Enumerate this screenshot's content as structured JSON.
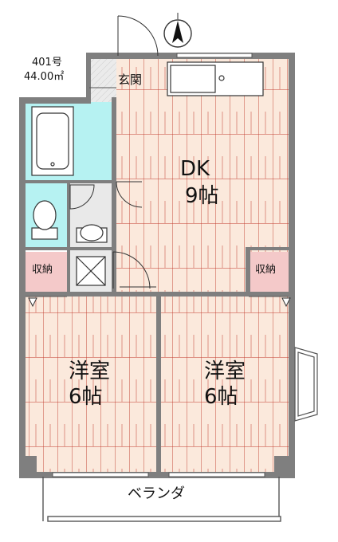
{
  "unit": {
    "number": "401号",
    "area": "44.00㎡"
  },
  "rooms": {
    "dk": {
      "label": "DK",
      "size": "9帖"
    },
    "western_left": {
      "label": "洋室",
      "size": "6帖"
    },
    "western_right": {
      "label": "洋室",
      "size": "6帖"
    },
    "entrance": "玄関",
    "storage_left": "収納",
    "storage_right": "収納",
    "balcony": "ベランダ"
  },
  "compass": {
    "direction": "north",
    "icon": "north-arrow-icon"
  },
  "colors": {
    "wall": "#7f7f7f",
    "floor": "#fbe9dc",
    "floor_lines": "#c0392b",
    "wet_area": "#b6f2f2",
    "storage_fill": "#f4c9c9",
    "entrance_fill": "#e7e7e7"
  }
}
